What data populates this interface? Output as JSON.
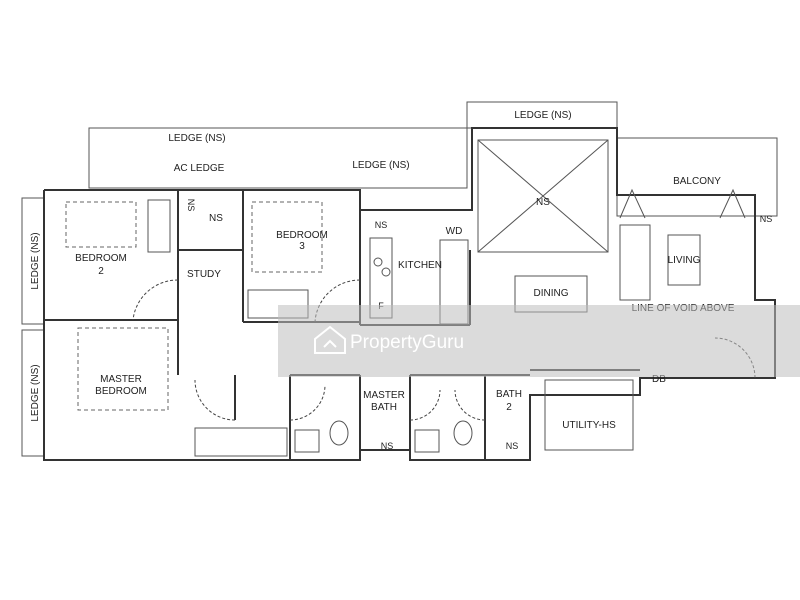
{
  "rooms": {
    "ledge_top_left": "LEDGE (NS)",
    "ac_ledge": "AC LEDGE",
    "ledge_top_mid": "LEDGE (NS)",
    "ledge_top_right": "LEDGE (NS)",
    "balcony": "BALCONY",
    "ns_balcony": "NS",
    "ledge_left_upper": "LEDGE (NS)",
    "ledge_left_lower": "LEDGE (NS)",
    "bedroom2": "BEDROOM",
    "bedroom2_num": "2",
    "ns_bed2_closet": "NS",
    "ns_store": "NS",
    "study": "STUDY",
    "bedroom3": "BEDROOM",
    "bedroom3_num": "3",
    "ns_kitchen": "NS",
    "wd": "WD",
    "kitchen": "KITCHEN",
    "fridge": "F",
    "ns_void": "NS",
    "dining": "DINING",
    "living": "LIVING",
    "line_of_void": "LINE OF VOID ABOVE",
    "master_bedroom_1": "MASTER",
    "master_bedroom_2": "BEDROOM",
    "master_bath_1": "MASTER",
    "master_bath_2": "BATH",
    "ns_master_bath": "NS",
    "bath2_1": "BATH",
    "bath2_2": "2",
    "ns_bath2": "NS",
    "db": "DB",
    "utility": "UTILITY-HS"
  },
  "watermark": {
    "text": "PropertyGuru"
  }
}
